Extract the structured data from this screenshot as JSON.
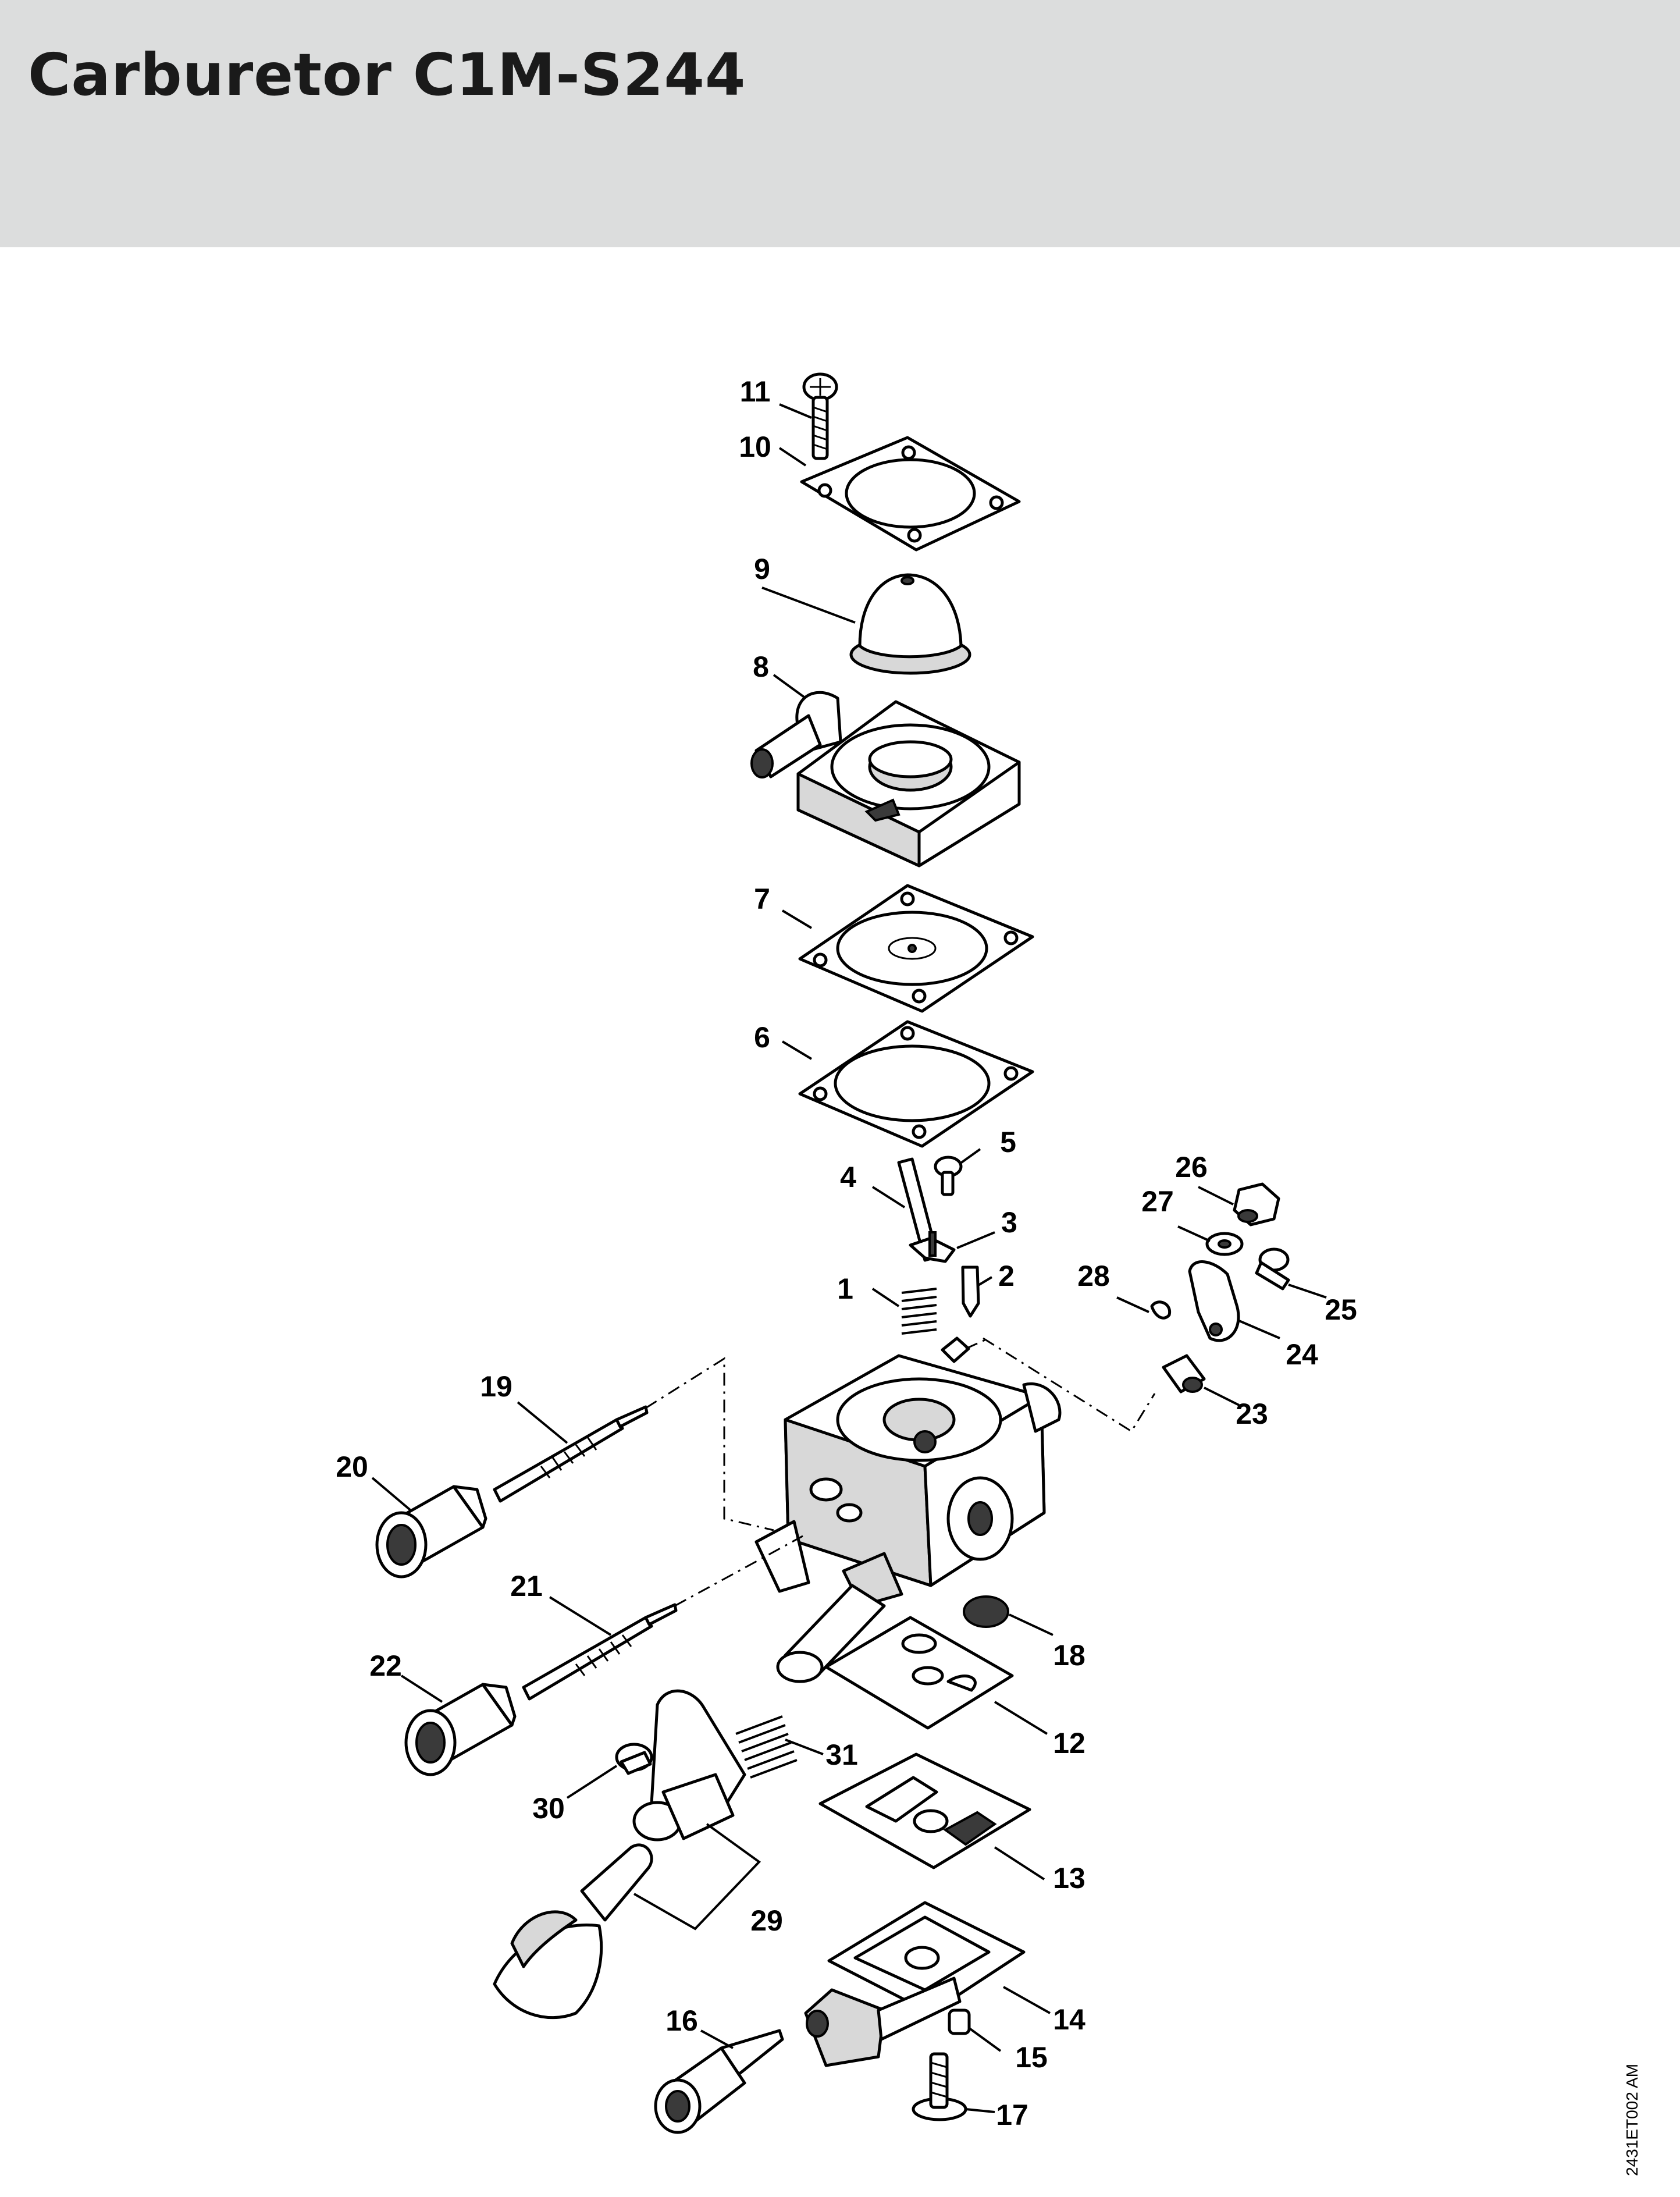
{
  "title": "Carburetor C1M-S244",
  "reference_code": "2431ET002 AM",
  "callouts": [
    {
      "id": "c1",
      "label": "1"
    },
    {
      "id": "c2",
      "label": "2"
    },
    {
      "id": "c3",
      "label": "3"
    },
    {
      "id": "c4",
      "label": "4"
    },
    {
      "id": "c5",
      "label": "5"
    },
    {
      "id": "c6",
      "label": "6"
    },
    {
      "id": "c7",
      "label": "7"
    },
    {
      "id": "c8",
      "label": "8"
    },
    {
      "id": "c9",
      "label": "9"
    },
    {
      "id": "c10",
      "label": "10"
    },
    {
      "id": "c11",
      "label": "11"
    },
    {
      "id": "c12",
      "label": "12"
    },
    {
      "id": "c13",
      "label": "13"
    },
    {
      "id": "c14",
      "label": "14"
    },
    {
      "id": "c15",
      "label": "15"
    },
    {
      "id": "c16",
      "label": "16"
    },
    {
      "id": "c17",
      "label": "17"
    },
    {
      "id": "c18",
      "label": "18"
    },
    {
      "id": "c19",
      "label": "19"
    },
    {
      "id": "c20",
      "label": "20"
    },
    {
      "id": "c21",
      "label": "21"
    },
    {
      "id": "c22",
      "label": "22"
    },
    {
      "id": "c23",
      "label": "23"
    },
    {
      "id": "c24",
      "label": "24"
    },
    {
      "id": "c25",
      "label": "25"
    },
    {
      "id": "c26",
      "label": "26"
    },
    {
      "id": "c27",
      "label": "27"
    },
    {
      "id": "c28",
      "label": "28"
    },
    {
      "id": "c29",
      "label": "29"
    },
    {
      "id": "c30",
      "label": "30"
    },
    {
      "id": "c31",
      "label": "31"
    }
  ]
}
